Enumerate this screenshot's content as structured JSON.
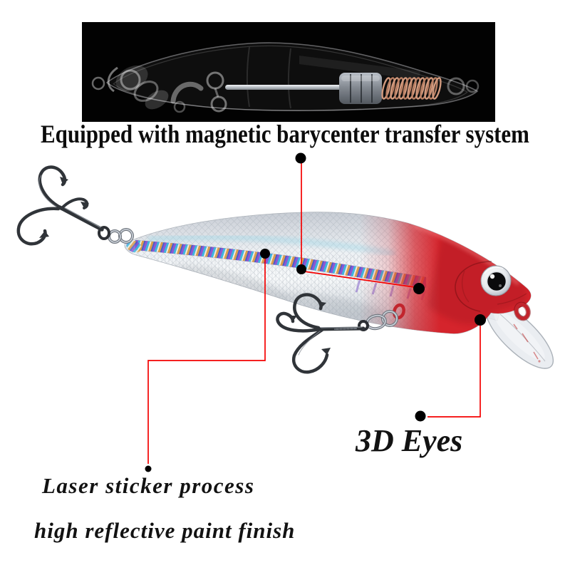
{
  "page": {
    "background": "#ffffff"
  },
  "banner": {
    "bg_color": "#000000"
  },
  "headline": {
    "text": "Equipped with magnetic barycenter transfer system"
  },
  "callouts": {
    "eyes": {
      "label": "3D Eyes"
    },
    "laser": {
      "label": "Laser sticker process"
    },
    "paint": {
      "label": "high reflective paint finish"
    },
    "line_color": "#f40000",
    "dot_color": "#000000"
  },
  "lure": {
    "head_color": "#d5242c",
    "body_color": "#e9edf1",
    "stripe_colors": [
      "#8a4fd0",
      "#35b3e0",
      "#f2ead8",
      "#d89a44",
      "#4156c8"
    ],
    "spring_color": "#d29a7e",
    "hook_color": "#303439"
  }
}
